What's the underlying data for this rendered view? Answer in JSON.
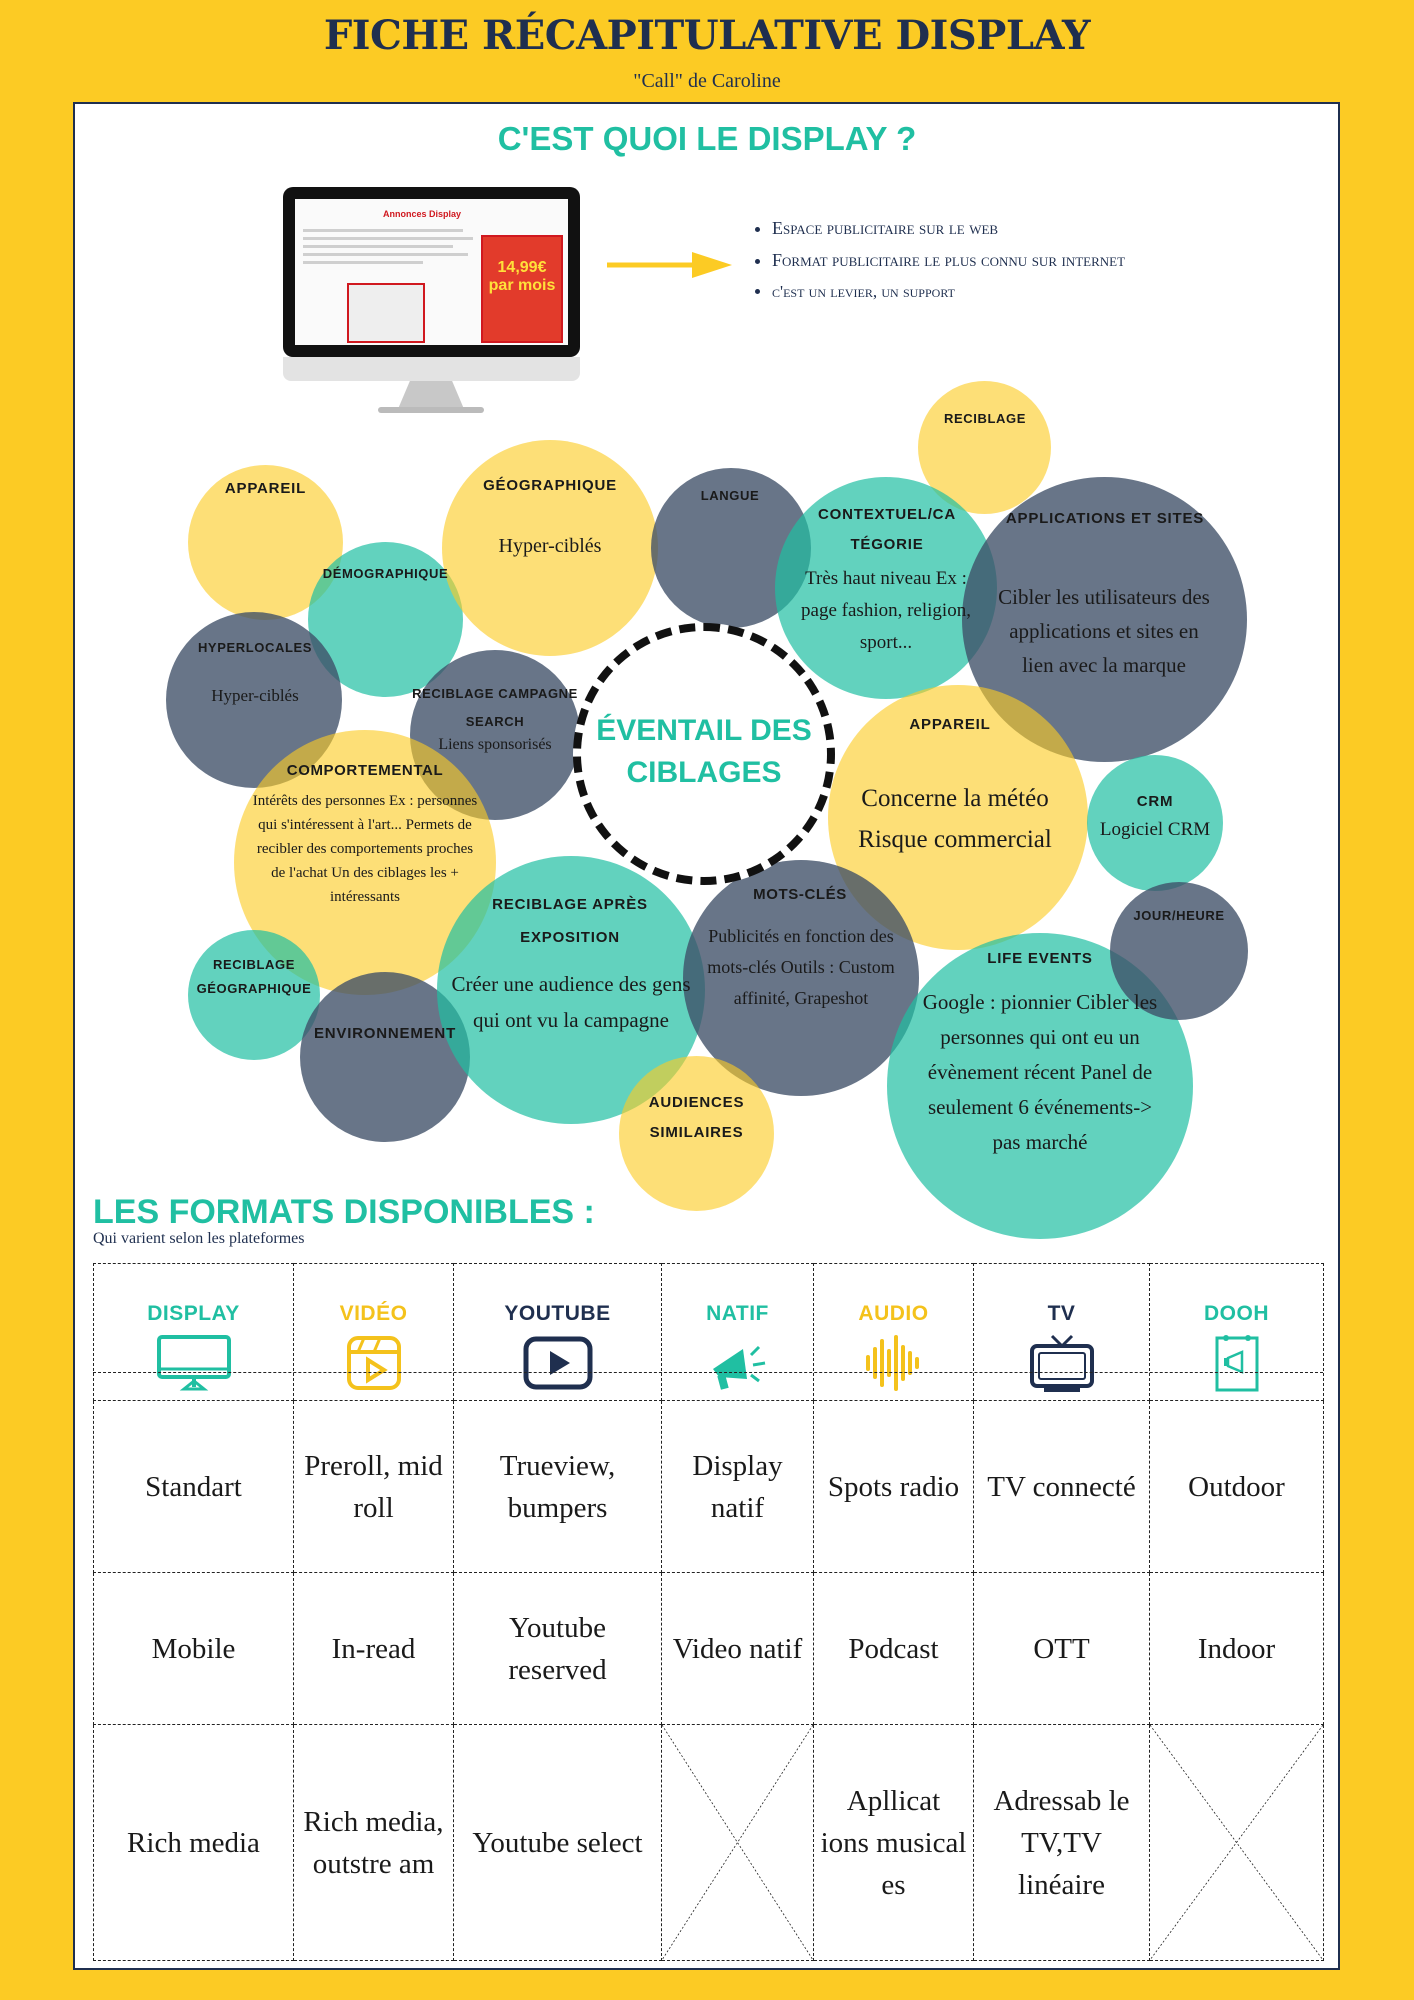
{
  "header": {
    "title": "FICHE RÉCAPITULATIVE DISPLAY",
    "subtitle": "\"Call\" de Caroline"
  },
  "section1": {
    "title": "C'EST QUOI LE DISPLAY ?",
    "screen_label": "Annonces Display",
    "screen_ad_right": "14,99€ par mois",
    "bullets": [
      "Espace publicitaire sur le web",
      "Format publicitaire le plus connu sur internet",
      "c'est un levier, un support"
    ]
  },
  "ciblages": {
    "center_line1": "ÉVENTAIL DES",
    "center_line2": "CIBLAGES",
    "bubbles": [
      {
        "label": "APPAREIL",
        "text": ""
      },
      {
        "label": "DÉMOGRAPHIQUE",
        "text": ""
      },
      {
        "label": "GÉOGRAPHIQUE",
        "text": "Hyper-ciblés"
      },
      {
        "label": "LANGUE",
        "text": ""
      },
      {
        "label": "RECIBLAGE",
        "text": ""
      },
      {
        "label": "CONTEXTUEL/CATÉGORIE",
        "text": "Très haut niveau Ex : page fashion, religion, sport..."
      },
      {
        "label": "APPLICATIONS ET SITES",
        "text": "Cibler les utilisateurs des applications et sites en lien avec la marque"
      },
      {
        "label": "HYPERLOCALES",
        "text": "Hyper-ciblés"
      },
      {
        "label": "RECIBLAGE CAMPAGNE SEARCH",
        "text": "Liens sponsorisés"
      },
      {
        "label": "APPAREIL",
        "text": "Concerne la météo Risque commercial"
      },
      {
        "label": "CRM",
        "text": "Logiciel CRM"
      },
      {
        "label": "COMPORTEMENTAL",
        "text": "Intérêts des personnes Ex : personnes qui s'intéressent à l'art... Permets de recibler des comportements proches de l'achat Un des ciblages les + intéressants"
      },
      {
        "label": "RECIBLAGE APRÈS EXPOSITION",
        "text": "Créer une audience des gens qui ont vu la campagne"
      },
      {
        "label": "MOTS-CLÉS",
        "text": "Publicités en fonction des mots-clés Outils : Custom affinité, Grapeshot"
      },
      {
        "label": "JOUR/HEURE",
        "text": ""
      },
      {
        "label": "LIFE EVENTS",
        "text": "Google : pionnier Cibler les personnes qui ont eu un évènement récent Panel de seulement 6 événements-> pas marché"
      },
      {
        "label": "RECIBLAGE GÉOGRAPHIQUE",
        "text": ""
      },
      {
        "label": "ENVIRONNEMENT",
        "text": ""
      },
      {
        "label": "AUDIENCES SIMILAIRES",
        "text": ""
      }
    ]
  },
  "formats": {
    "title": "LES FORMATS DISPONIBLES :",
    "subtitle": "Qui varient selon les plateformes",
    "columns": [
      {
        "name": "DISPLAY",
        "color": "#20bfa2",
        "icon": "monitor-icon"
      },
      {
        "name": "VIDÉO",
        "color": "#f4c21c",
        "icon": "video-icon"
      },
      {
        "name": "YOUTUBE",
        "color": "#1f2f4f",
        "icon": "play-icon"
      },
      {
        "name": "NATIF",
        "color": "#20bfa2",
        "icon": "megaphone-icon"
      },
      {
        "name": "AUDIO",
        "color": "#f4c21c",
        "icon": "audio-wave-icon"
      },
      {
        "name": "TV",
        "color": "#1f2f4f",
        "icon": "tv-icon"
      },
      {
        "name": "DOOH",
        "color": "#20bfa2",
        "icon": "billboard-icon"
      }
    ],
    "rows": [
      [
        "Standart",
        "Preroll, mid roll",
        "Trueview, bumpers",
        "Display natif",
        "Spots radio",
        "TV connecté",
        "Outdoor"
      ],
      [
        "Mobile",
        "In-read",
        "Youtube reserved",
        "Video natif",
        "Podcast",
        "OTT",
        "Indoor"
      ],
      [
        "Rich media",
        "Rich media, outstre am",
        "Youtube select",
        "",
        "Apllicat ions musical es",
        "Adressab le TV,TV linéaire",
        ""
      ]
    ]
  }
}
